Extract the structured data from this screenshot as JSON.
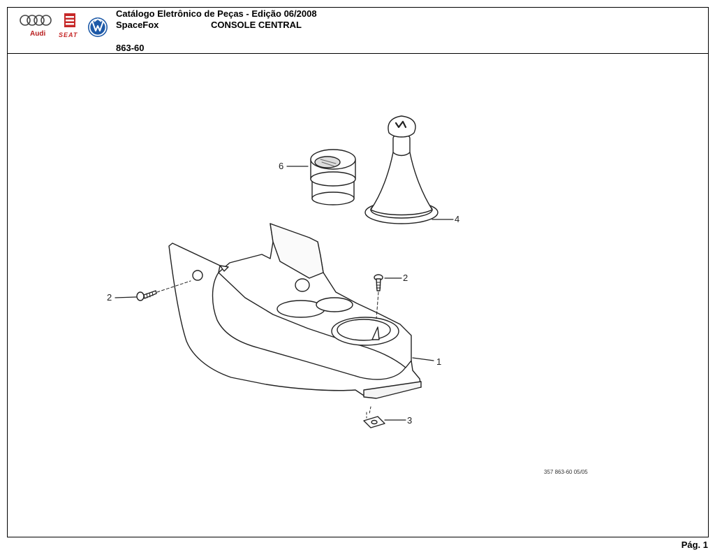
{
  "header": {
    "catalog_title": "Catálogo Eletrônico de Peças - Edição 06/2008",
    "model": "SpaceFox",
    "section": "CONSOLE CENTRAL",
    "group_code": "863-60"
  },
  "logos": {
    "audi": "Audi",
    "seat": "SEAT",
    "vw_icon": "vw-logo-icon"
  },
  "diagram": {
    "callouts": [
      "1",
      "2",
      "2",
      "3",
      "4",
      "6"
    ],
    "reference_code": "357 863-60 05/05"
  },
  "footer": {
    "page": "Pág. 1"
  }
}
